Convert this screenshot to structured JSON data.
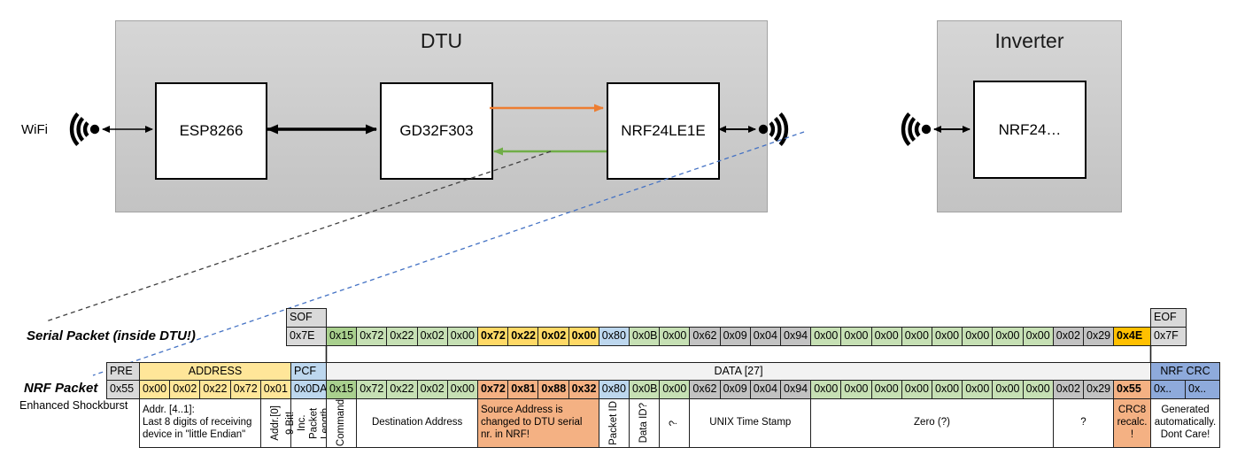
{
  "colors": {
    "gray": "#D9D9D9",
    "gray_dark": "#C2C2C2",
    "yellow": "#FFE699",
    "gold": "#FFD966",
    "orange": "#FFC000",
    "salmon": "#F4B183",
    "green_mid": "#A9D08E",
    "green_light": "#C6E0B4",
    "blue_light": "#BDD7EE",
    "blue_mid": "#8EAADB",
    "header_gray": "#F2F2F2",
    "arrow_orange": "#ED7D31",
    "arrow_green": "#70AD47",
    "dashed_blue": "#4472C4",
    "dashed_black": "#404040"
  },
  "diagram": {
    "wifi_label": "WiFi",
    "dtu": {
      "title": "DTU",
      "components": [
        "ESP8266",
        "GD32F303",
        "NRF24LE1E"
      ]
    },
    "inverter": {
      "title": "Inverter",
      "components": [
        "NRF24…"
      ]
    }
  },
  "serial_packet": {
    "label": "Serial Packet (inside DTU!)",
    "sof": {
      "header": "SOF",
      "value": "0x7E"
    },
    "eof": {
      "header": "EOF",
      "value": "0x7F"
    },
    "bytes": [
      {
        "v": "0x15",
        "c": "green_mid"
      },
      {
        "v": "0x72",
        "c": "green_light"
      },
      {
        "v": "0x22",
        "c": "green_light"
      },
      {
        "v": "0x02",
        "c": "green_light"
      },
      {
        "v": "0x00",
        "c": "green_light"
      },
      {
        "v": "0x72",
        "c": "gold",
        "b": 1
      },
      {
        "v": "0x22",
        "c": "gold",
        "b": 1
      },
      {
        "v": "0x02",
        "c": "gold",
        "b": 1
      },
      {
        "v": "0x00",
        "c": "gold",
        "b": 1
      },
      {
        "v": "0x80",
        "c": "blue_light"
      },
      {
        "v": "0x0B",
        "c": "green_light"
      },
      {
        "v": "0x00",
        "c": "green_light"
      },
      {
        "v": "0x62",
        "c": "gray_dark"
      },
      {
        "v": "0x09",
        "c": "gray_dark"
      },
      {
        "v": "0x04",
        "c": "gray_dark"
      },
      {
        "v": "0x94",
        "c": "gray_dark"
      },
      {
        "v": "0x00",
        "c": "green_light"
      },
      {
        "v": "0x00",
        "c": "green_light"
      },
      {
        "v": "0x00",
        "c": "green_light"
      },
      {
        "v": "0x00",
        "c": "green_light"
      },
      {
        "v": "0x00",
        "c": "green_light"
      },
      {
        "v": "0x00",
        "c": "green_light"
      },
      {
        "v": "0x00",
        "c": "green_light"
      },
      {
        "v": "0x00",
        "c": "green_light"
      },
      {
        "v": "0x02",
        "c": "gray_dark"
      },
      {
        "v": "0x29",
        "c": "gray_dark"
      },
      {
        "v": "0x4E",
        "c": "orange",
        "b": 1
      }
    ]
  },
  "nrf_packet": {
    "label": "NRF Packet",
    "sublabel": "Enhanced Shockburst",
    "pre": {
      "header": "PRE",
      "value": "0x55"
    },
    "address": {
      "header": "ADDRESS",
      "values": [
        "0x00",
        "0x02",
        "0x22",
        "0x72",
        "0x01"
      ]
    },
    "pcf": {
      "header": "PCF",
      "value": "0x0DA"
    },
    "data_header": "DATA [27]",
    "data_bytes": [
      {
        "v": "0x15",
        "c": "green_mid"
      },
      {
        "v": "0x72",
        "c": "green_light"
      },
      {
        "v": "0x22",
        "c": "green_light"
      },
      {
        "v": "0x02",
        "c": "green_light"
      },
      {
        "v": "0x00",
        "c": "green_light"
      },
      {
        "v": "0x72",
        "c": "salmon",
        "b": 1
      },
      {
        "v": "0x81",
        "c": "salmon",
        "b": 1
      },
      {
        "v": "0x88",
        "c": "salmon",
        "b": 1
      },
      {
        "v": "0x32",
        "c": "salmon",
        "b": 1
      },
      {
        "v": "0x80",
        "c": "blue_light"
      },
      {
        "v": "0x0B",
        "c": "green_light"
      },
      {
        "v": "0x00",
        "c": "green_light"
      },
      {
        "v": "0x62",
        "c": "gray_dark"
      },
      {
        "v": "0x09",
        "c": "gray_dark"
      },
      {
        "v": "0x04",
        "c": "gray_dark"
      },
      {
        "v": "0x94",
        "c": "gray_dark"
      },
      {
        "v": "0x00",
        "c": "green_light"
      },
      {
        "v": "0x00",
        "c": "green_light"
      },
      {
        "v": "0x00",
        "c": "green_light"
      },
      {
        "v": "0x00",
        "c": "green_light"
      },
      {
        "v": "0x00",
        "c": "green_light"
      },
      {
        "v": "0x00",
        "c": "green_light"
      },
      {
        "v": "0x00",
        "c": "green_light"
      },
      {
        "v": "0x00",
        "c": "green_light"
      },
      {
        "v": "0x02",
        "c": "gray_dark"
      },
      {
        "v": "0x29",
        "c": "gray_dark"
      },
      {
        "v": "0x55",
        "c": "salmon",
        "b": 1
      }
    ],
    "crc": {
      "header": "NRF CRC",
      "values": [
        "0x..",
        "0x.."
      ]
    },
    "annotations": [
      {
        "section": "address",
        "bytes": 4,
        "text": "Addr. [4..1]:\nLast 8 digits of receiving\ndevice in \"little Endian\"",
        "align": "left"
      },
      {
        "section": "address",
        "bytes": 1,
        "text": "Addr.[0]",
        "vertical": true
      },
      {
        "section": "pcf",
        "bytes": 1,
        "text": "9 Bit!\nInc. Packet\nLength",
        "vertical": true
      },
      {
        "section": "data",
        "bytes": 1,
        "text": "Command",
        "vertical": true
      },
      {
        "section": "data",
        "bytes": 4,
        "text": "Destination Address"
      },
      {
        "section": "data",
        "bytes": 4,
        "text": "Source Address is\nchanged to DTU serial\nnr. in NRF!",
        "highlight": true,
        "align": "left"
      },
      {
        "section": "data",
        "bytes": 1,
        "text": "Packet ID",
        "vertical": true
      },
      {
        "section": "data",
        "bytes": 1,
        "text": "Data ID?",
        "vertical": true
      },
      {
        "section": "data",
        "bytes": 1,
        "text": "?",
        "vertical": true
      },
      {
        "section": "data",
        "bytes": 4,
        "text": "UNIX Time Stamp"
      },
      {
        "section": "data",
        "bytes": 8,
        "text": "Zero (?)"
      },
      {
        "section": "data",
        "bytes": 2,
        "text": "?"
      },
      {
        "section": "data",
        "bytes": 1,
        "text": "CRC8\nrecalc.\n!",
        "highlight": true
      },
      {
        "section": "crc",
        "bytes": 2,
        "text": "Generated\nautomatically.\nDont Care!"
      }
    ]
  }
}
